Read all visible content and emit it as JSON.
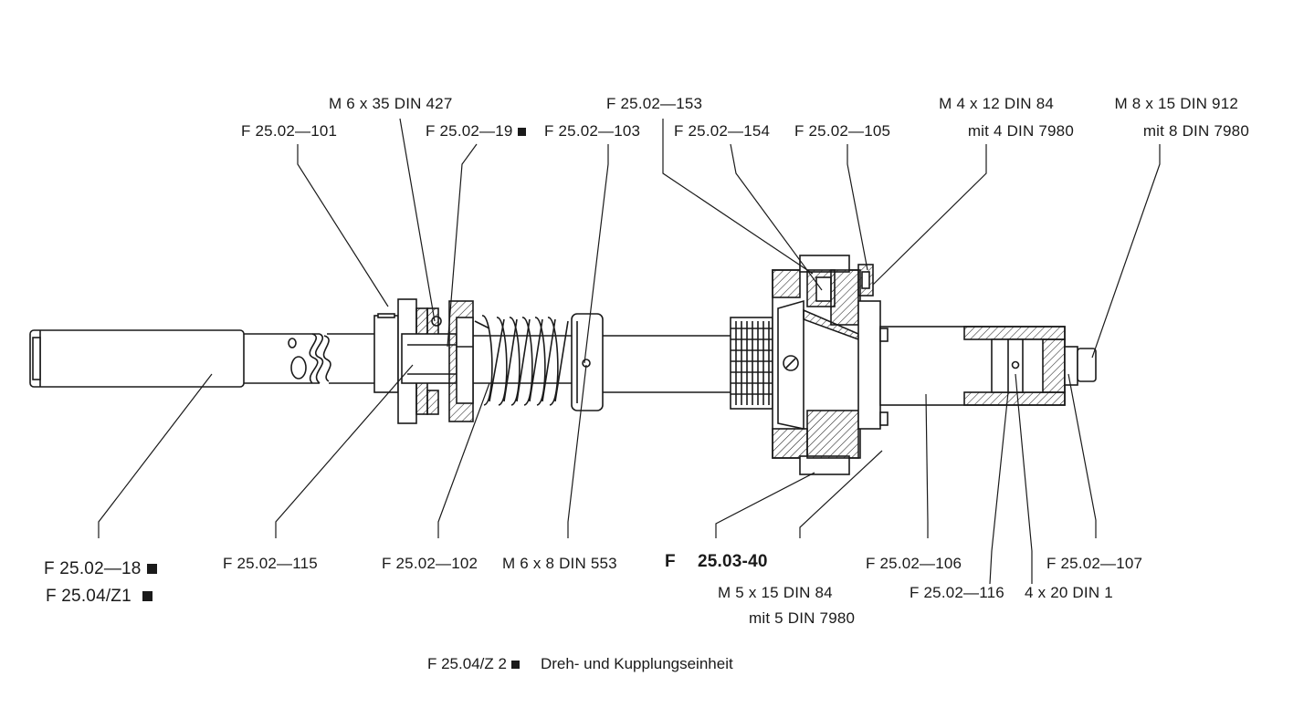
{
  "labels": {
    "m6x35": "M 6 x 35 DIN 427",
    "f101": "F 25.02—101",
    "f19": "F 25.02—19",
    "f103": "F 25.02—103",
    "f153": "F 25.02—153",
    "f154": "F 25.02—154",
    "f105": "F 25.02—105",
    "m4x12": "M 4 x 12 DIN 84",
    "mit4": "mit 4 DIN 7980",
    "m8x15": "M 8 x 15 DIN 912",
    "mit8": "mit 8 DIN 7980",
    "f18": "F 25.02—18",
    "z1": "F 25.04/Z1",
    "f115": "F 25.02—115",
    "f102": "F 25.02—102",
    "m6x8": "M 6 x 8 DIN 553",
    "f_prefix": "F",
    "f2503": "25.03-40",
    "m5x15": "M 5 x 15 DIN 84",
    "mit5": "mit 5 DIN 7980",
    "f106": "F 25.02—106",
    "f107": "F 25.02—107",
    "f116": "F 25.02—116",
    "din1": "4 x 20 DIN 1"
  },
  "caption": {
    "code": "F 25.04/Z 2",
    "title": "Dreh- und Kupplungseinheit"
  }
}
